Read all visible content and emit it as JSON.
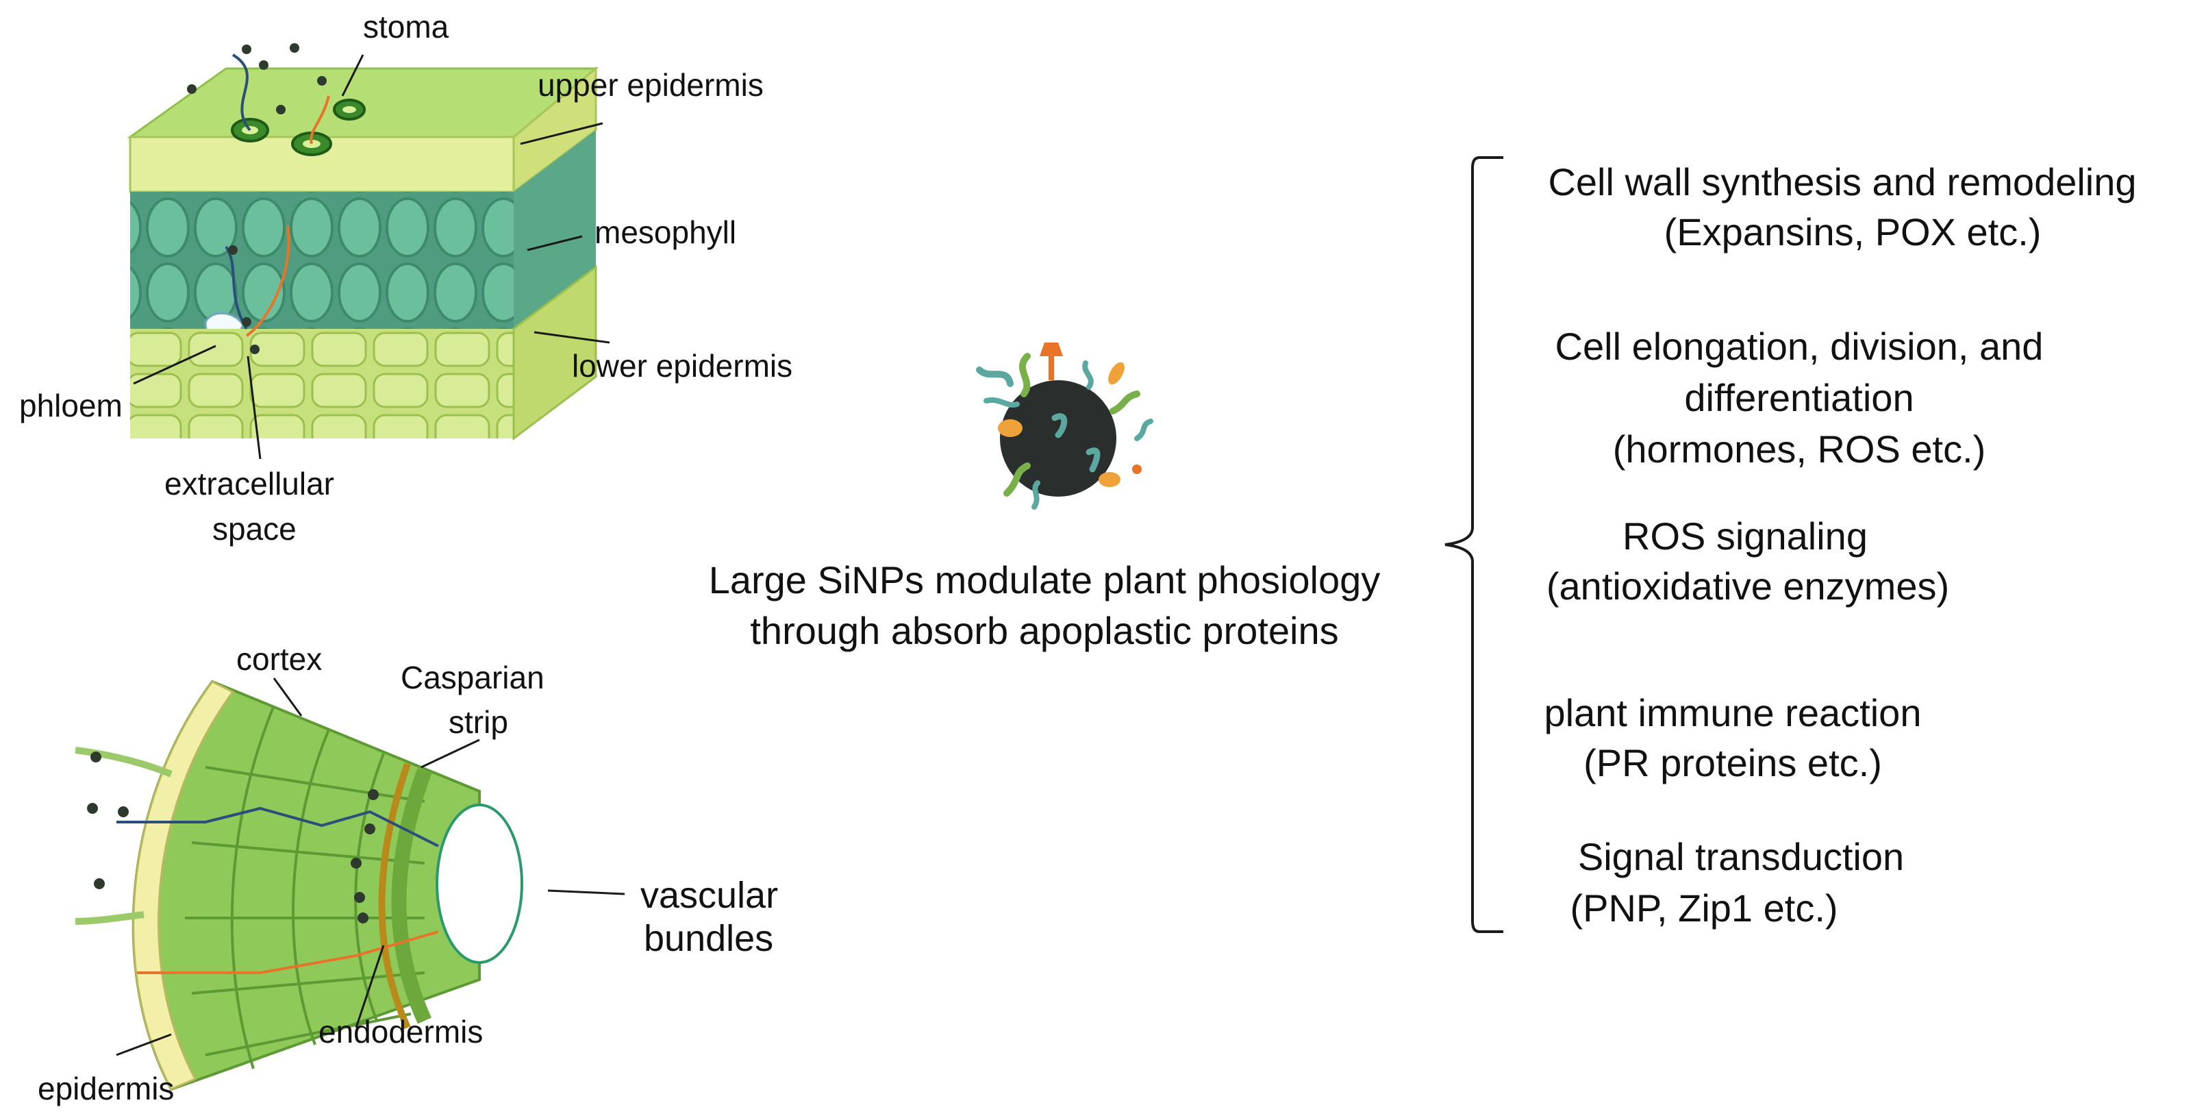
{
  "leaf": {
    "labels": {
      "stoma": "stoma",
      "upper_epidermis": "upper epidermis",
      "mesophyll": "mesophyll",
      "lower_epidermis": "lower epidermis",
      "phloem": "phloem",
      "extracellular_1": "extracellular",
      "extracellular_2": "space"
    }
  },
  "root": {
    "labels": {
      "cortex": "cortex",
      "casparian_1": "Casparian",
      "casparian_2": "strip",
      "vascular_1": "vascular",
      "vascular_2": "bundles",
      "endodermis": "endodermis",
      "epidermis": "epidermis"
    }
  },
  "center": {
    "caption_line1": "Large SiNPs modulate plant phosiology",
    "caption_line2": "through absorb apoplastic proteins"
  },
  "effects": [
    {
      "lines": [
        "Cell wall synthesis and remodeling",
        "(Expansins, POX etc.)"
      ]
    },
    {
      "lines": [
        "Cell elongation, division, and",
        "differentiation",
        "(hormones, ROS etc.)"
      ]
    },
    {
      "lines": [
        "ROS signaling",
        "(antioxidative enzymes)"
      ]
    },
    {
      "lines": [
        "plant immune reaction",
        "(PR proteins etc.)"
      ]
    },
    {
      "lines": [
        "Signal transduction",
        "(PNP, Zip1 etc.)"
      ]
    }
  ],
  "colors": {
    "leaf_light": "#c9e68a",
    "leaf_top": "#a6d65a",
    "mesophyll": "#5fae8c",
    "root_cell": "#8fc95a",
    "root_epidermis": "#f2f0a8",
    "casparian": "#b88a1c",
    "particle": "#2f3a2f",
    "arrow_orange": "#e8742a",
    "arrow_blue": "#2a4f7a"
  }
}
